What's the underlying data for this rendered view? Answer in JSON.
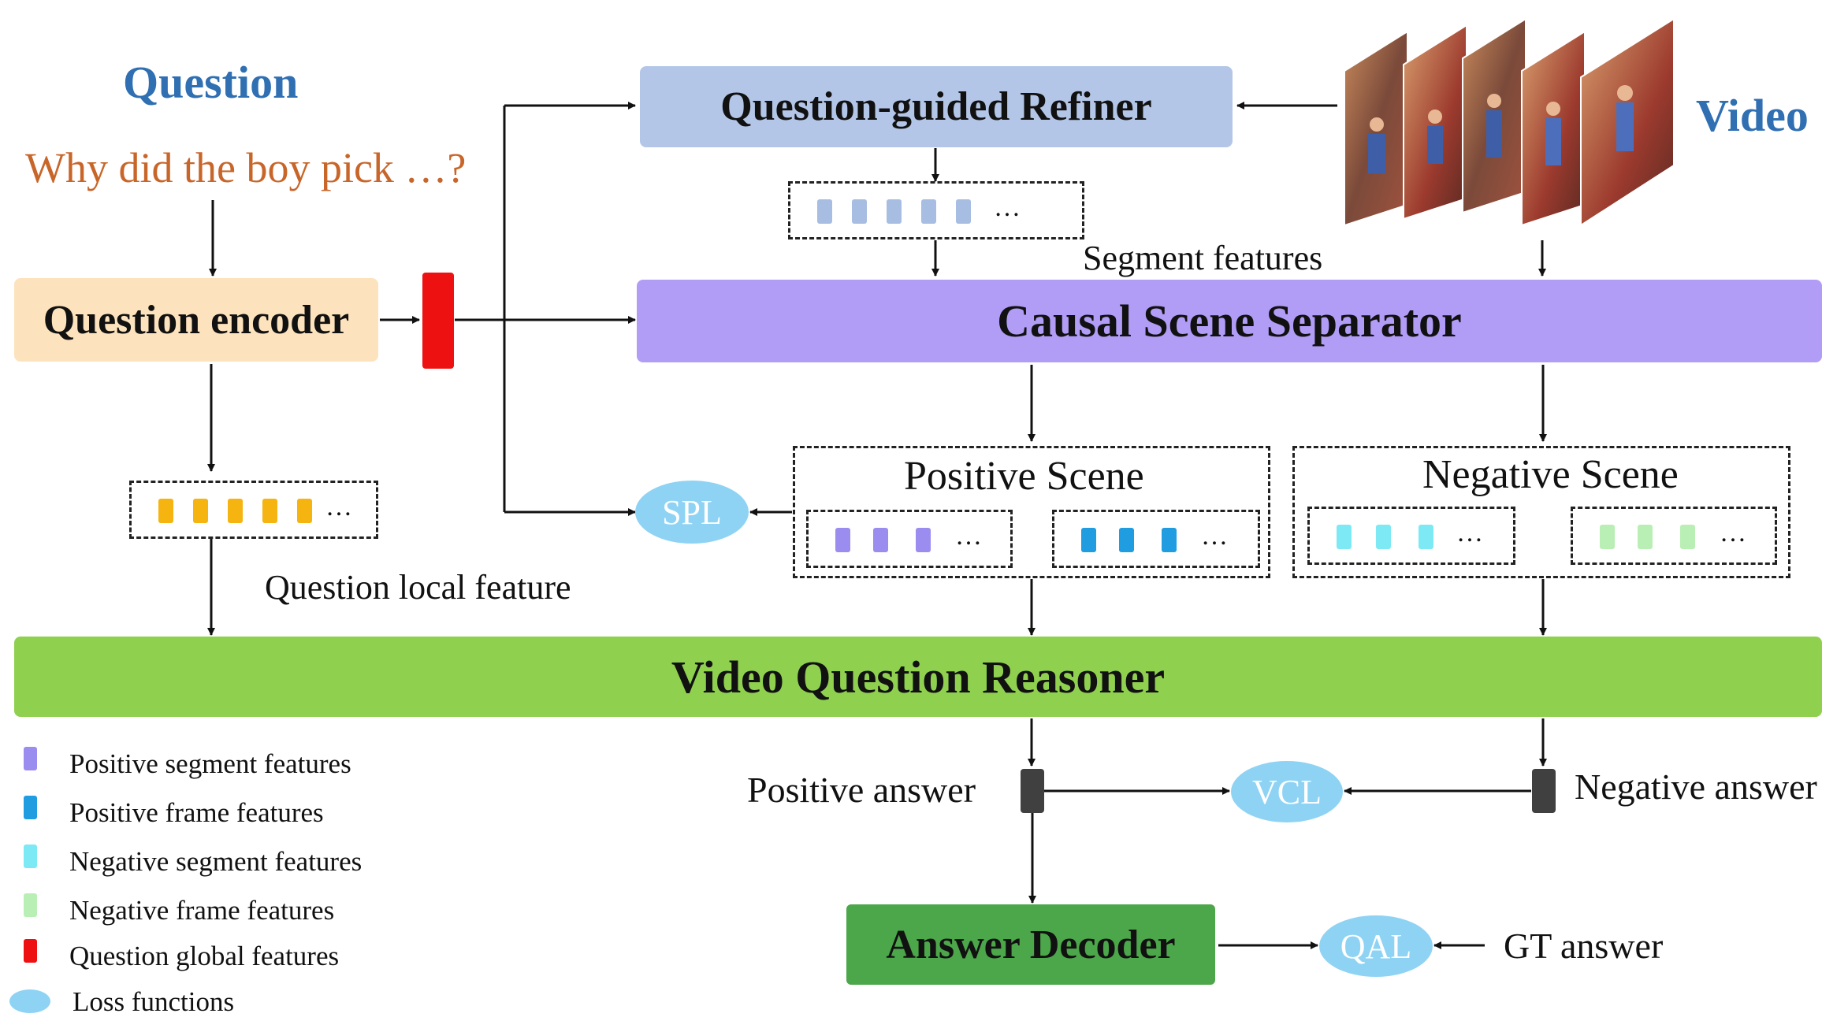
{
  "question": {
    "heading": "Question",
    "example": "Why did the boy pick …?"
  },
  "video": {
    "label": "Video"
  },
  "boxes": {
    "question_encoder": "Question encoder",
    "question_guided_refiner": "Question-guided Refiner",
    "causal_scene_separator": "Causal Scene Separator",
    "video_question_reasoner": "Video Question Reasoner",
    "answer_decoder": "Answer Decoder"
  },
  "labels": {
    "segment_features": "Segment features",
    "question_local_feature": "Question local feature",
    "positive_scene": "Positive Scene",
    "negative_scene": "Negative Scene",
    "positive_answer": "Positive answer",
    "negative_answer": "Negative answer",
    "gt_answer": "GT answer",
    "ellipsis": "…"
  },
  "losses": {
    "spl": "SPL",
    "vcl": "VCL",
    "qal": "QAL"
  },
  "legend": [
    {
      "label": "Positive segment features",
      "color": "#9b8cf0"
    },
    {
      "label": "Positive frame features",
      "color": "#1f9de0"
    },
    {
      "label": "Negative segment features",
      "color": "#7de9f4"
    },
    {
      "label": "Negative frame features",
      "color": "#b9efb4"
    },
    {
      "label": "Question global features",
      "color": "#ee1111"
    },
    {
      "label": "Loss functions",
      "color": "#8fd3f4"
    }
  ],
  "colors": {
    "heading_blue": "#2f6fb2",
    "question_orange": "#c8662a",
    "encoder_fill": "#fde3bd",
    "refiner_fill": "#b4c6e7",
    "separator_fill": "#b19cf6",
    "reasoner_fill": "#8fd14f",
    "decoder_fill": "#4ca64a",
    "question_local_chip": "#f5b40f",
    "refiner_chip": "#a8bde2",
    "loss_fill": "#8fd3f4",
    "answer_node": "#404040"
  },
  "icons": {
    "video_frames": "video-frames-stack-icon"
  }
}
